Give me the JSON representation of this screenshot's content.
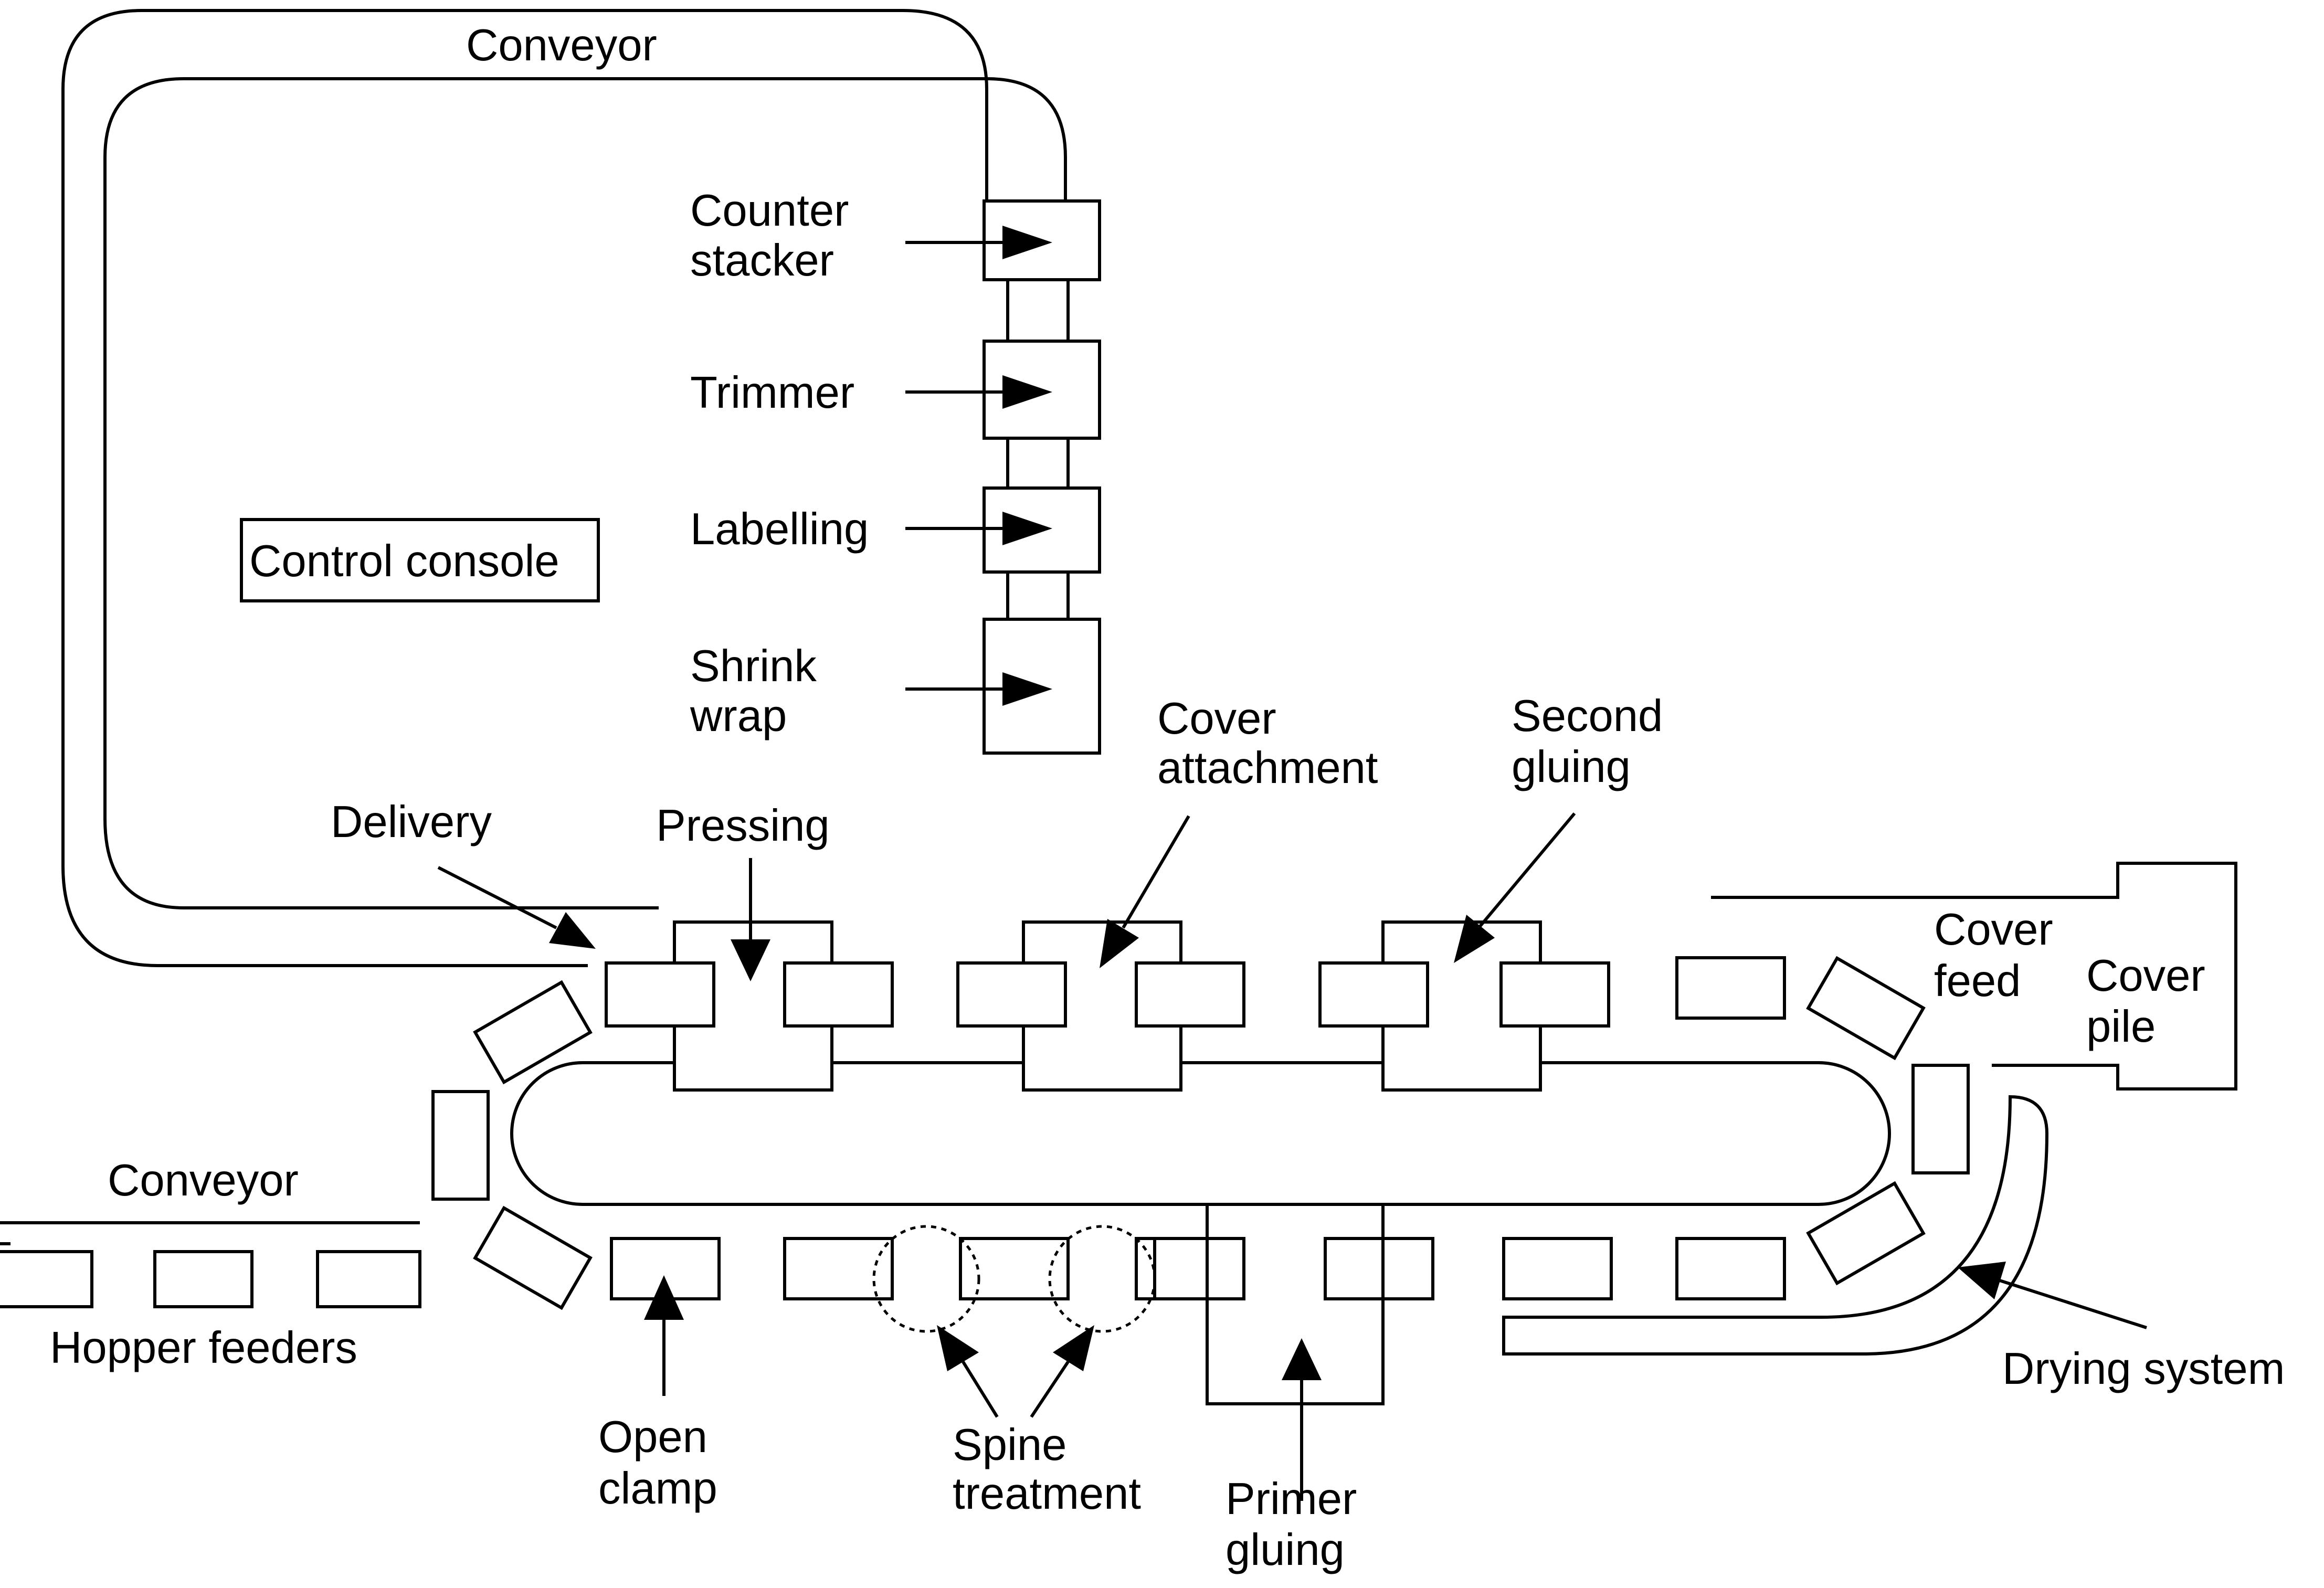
{
  "labels": {
    "conveyor_top": "Conveyor",
    "counter_stacker": [
      "Counter",
      "stacker"
    ],
    "trimmer": "Trimmer",
    "labelling": "Labelling",
    "shrink_wrap": [
      "Shrink",
      "wrap"
    ],
    "control_console": "Control console",
    "delivery": "Delivery",
    "pressing": "Pressing",
    "cover_attachment": [
      "Cover",
      "attachment"
    ],
    "second_gluing": [
      "Second",
      "gluing"
    ],
    "cover_feed": [
      "Cover",
      "feed"
    ],
    "cover_pile": [
      "Cover",
      "pile"
    ],
    "conveyor_left": "Conveyor",
    "hopper_feeders": "Hopper feeders",
    "open_clamp": [
      "Open",
      "clamp"
    ],
    "spine_treatment": [
      "Spine",
      "treatment"
    ],
    "primer_gluing": [
      "Primer",
      "gluing"
    ],
    "drying_system": "Drying system"
  },
  "colors": {
    "ink": "#000000",
    "paper": "#ffffff"
  }
}
